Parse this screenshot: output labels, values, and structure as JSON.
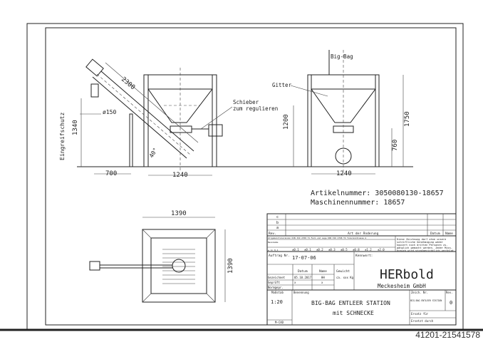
{
  "drawing": {
    "front_view": {
      "dim_length": "2300",
      "dim_diameter": "ø150",
      "dim_height": "1340",
      "dim_offset": "700",
      "dim_width": "1240",
      "dim_angle": "40°",
      "label_guard": "Eingreifschutz",
      "label_slide": "Schieber",
      "label_slide_2": "zum regulieren"
    },
    "side_view": {
      "label_bag": "Big-Bag",
      "label_grid": "Gitter",
      "dim_height_1": "1200",
      "dim_height_2": "1750",
      "dim_height_3": "760",
      "dim_width": "1240"
    },
    "top_view": {
      "dim_width": "1390",
      "dim_depth": "1390"
    },
    "article_number": "Artikelnummer: 3050080130-18657",
    "machine_number": "Maschinennummer: 18657"
  },
  "title_block": {
    "rev_rows": [
      "c",
      "b",
      "a"
    ],
    "rev_header": "Rev.",
    "change_header": "Art der Änderung",
    "date_header": "Datum",
    "name_header": "Name",
    "tolerance_header": "Allgemeintoleranzen DIN ISO 2768 T1  Form und Lage DIN ISO 2768 T2 Toleranzklasse m",
    "tolerance_label_1": "Nennmaße",
    "tolerance_label_2": "± in 0,1",
    "tolerance_values": [
      "±0.1",
      "±0.1",
      "±0.2",
      "±0.3",
      "±0.5",
      "±0.8",
      "±1.2",
      "±2.0"
    ],
    "notice": [
      "Diese Zeichnung darf ohne unsere",
      "schriftliche Genehmigung weder",
      "kopiert noch dritten Personen zu-",
      "gänglich gemacht werden. Jeder Miss-",
      "brauch wird strafgerichtlich verfolgt."
    ],
    "order_label": "Auftrag Nr.",
    "order_number": "17-07-06",
    "keyword_label": "Kennwort:",
    "date_col": "Datum",
    "name_col": "Name",
    "weight_label": "Gewicht",
    "weight_value": "ca. xxx Kg",
    "drawn_label": "Gezeichnet",
    "drawn_date": "05.10.2017",
    "drawn_name": "HH",
    "checked_label": "Geprüft",
    "checked_date": "x",
    "checked_name": "x",
    "norm_label": "Normgepr.",
    "company_name": "HERbold",
    "company_sub": "Meckesheim GmbH",
    "scale_label": "Maßstab",
    "scale": "1:20",
    "cad": "M-CAD",
    "title_label": "Benennung",
    "title_line_1": "BIG-BAG ENTLEER STATION",
    "title_line_2": "mit SCHNECKE",
    "drawing_no_label": "Zeich. Nr.",
    "drawing_no": "BIG-BAG ENTLEER STATION",
    "rev_label": "Rev.",
    "rev_value": "0",
    "replaces_label": "Ersatz für",
    "replaced_by_label": "Ersetzt durch"
  },
  "listing_id": "41201-21541578"
}
